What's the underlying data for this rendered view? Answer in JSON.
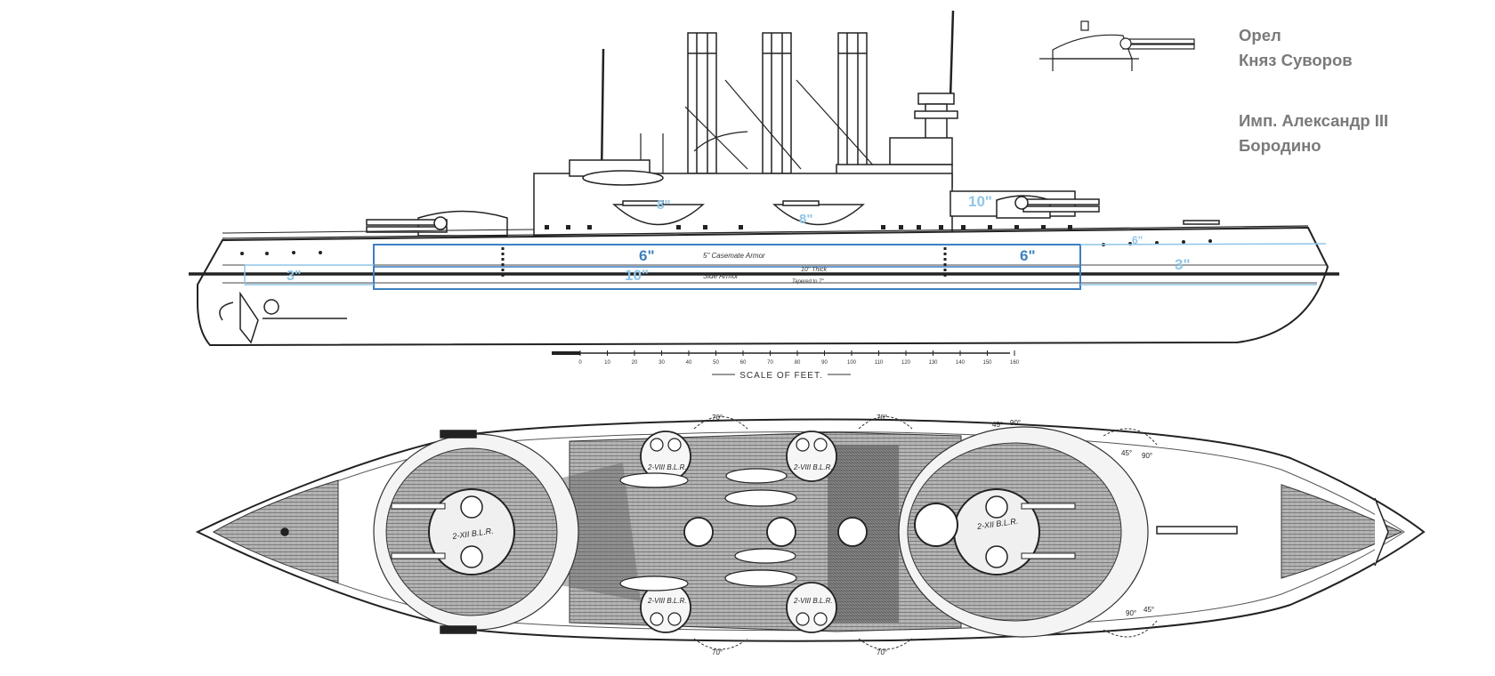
{
  "ship_names": {
    "group_a": [
      "Орел",
      "Княз Суворов"
    ],
    "group_b": [
      "Имп. Александр III",
      "Бородино"
    ]
  },
  "profile": {
    "armor_labels": {
      "belt_main": "10\"",
      "belt_aft": "3\"",
      "belt_fore": "3\"",
      "casemate_mid": "6\"",
      "casemate_fwd": "6\"",
      "battery_aft": "8\"",
      "battery_mid": "8\"",
      "turret_fwd": "10\"",
      "fwd_small": "6\""
    },
    "drawing_text": {
      "casemate_armor": "5\" Casemate Armor",
      "side_armor": "Side Armor",
      "thick": "10\" Thick",
      "tapered": "Tapered to 7\""
    },
    "scale": {
      "caption": "SCALE OF FEET.",
      "ticks": [
        "0",
        "10",
        "20",
        "30",
        "40",
        "50",
        "60",
        "70",
        "80",
        "90",
        "100",
        "110",
        "120",
        "130",
        "140",
        "150",
        "160"
      ]
    }
  },
  "plan": {
    "turret_labels": {
      "aft_main": "2-XII B.L.R.",
      "fwd_main": "2-XII B.L.R.",
      "sec_aft_top": "2-VIII B.L.R.",
      "sec_fwd_top": "2-VIII B.L.R.",
      "sec_aft_bottom": "2-VIII B.L.R.",
      "sec_fwd_bottom": "2-VIII B.L.R."
    },
    "arc_labels": [
      "45°",
      "90°",
      "45°",
      "90°",
      "70°",
      "70°",
      "70°",
      "70°",
      "90°",
      "45°"
    ]
  },
  "colors": {
    "armor_blue": "#3d7fc0",
    "armor_light": "#8fc6e8",
    "ink": "#222222",
    "names_gray": "#7a7a7a"
  }
}
